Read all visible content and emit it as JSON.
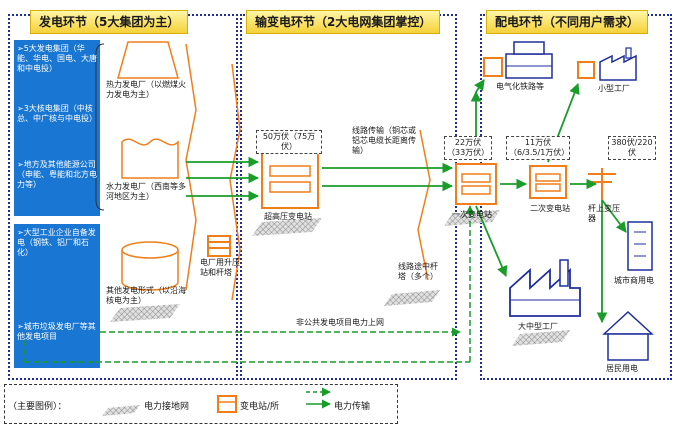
{
  "sections": {
    "generation": "发电环节（5大集团为主）",
    "transmission": "输变电环节（2大电网集团掌控）",
    "distribution": "配电环节（不同用户需求）"
  },
  "generators_groups": [
    "➢5大发电集团（华能、华电、国电、大唐和中电投）",
    "➢3大核电集团（中核总、中广核与中电投）",
    "➢地方及其他能源公司（申能、粤能和北方电力等）",
    "➢大型工业企业自备发电（钢铁、铝厂和石化）",
    "➢城市垃圾发电厂等其他发电项目"
  ],
  "plants": {
    "thermal": "热力发电厂（以燃煤火力发电为主）",
    "hydro": "水力发电厂（西南等多河地区为主）",
    "other": "其他发电形式（以沿海核电为主）",
    "plant_substation": "电厂用升压站和杆塔"
  },
  "transmission": {
    "voltage_box": "50万伏（75万伏）",
    "line_desc": "线路传输（铜芯或铝芯电缆长距离传输）",
    "ehv_substation": "超高压变电站",
    "tower": "线路途中杆塔（多个）",
    "non_public": "非公共发电项目电力上网"
  },
  "distribution": {
    "rail": "电气化铁路等",
    "small_factory": "小型工厂",
    "v_22": "22万伏（33万伏）",
    "v_11": "11万伏（6/3.5/1万伏）",
    "v_380": "380伏/220伏",
    "primary": "一次变电站",
    "secondary": "二次变电站",
    "pole": "杆上变压器",
    "commercial": "城市商用电",
    "large_factory": "大中型工厂",
    "residential": "居民用电"
  },
  "legend": {
    "prefix": "（主要图例）：",
    "ground": "电力接地网",
    "substation": "变电站/所",
    "transmission": "电力传输"
  },
  "colors": {
    "blue": "#1976d2",
    "orange": "#f07e1b",
    "green": "#1a9c2a",
    "navy": "#1f2e9c",
    "title_bg": "#f5d13a"
  }
}
